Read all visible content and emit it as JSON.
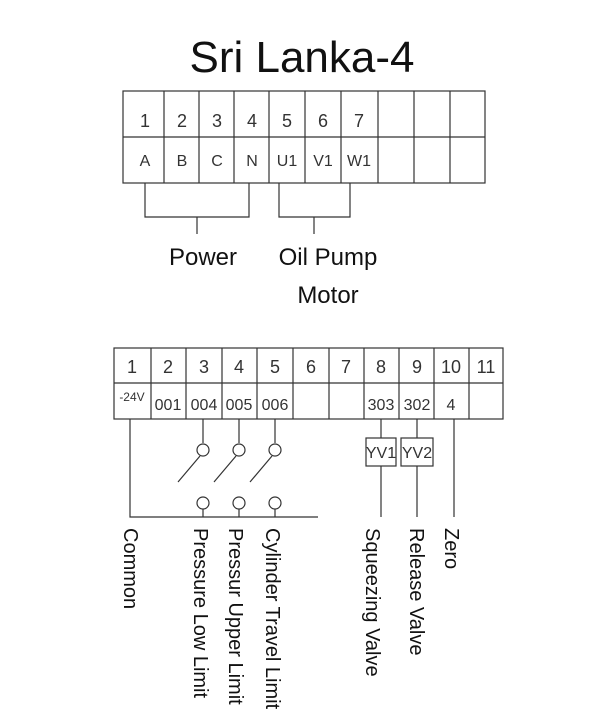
{
  "title": "Sri Lanka-4",
  "top_block": {
    "numbers": [
      "1",
      "2",
      "3",
      "4",
      "5",
      "6",
      "7",
      "",
      "",
      ""
    ],
    "labels": [
      "A",
      "B",
      "C",
      "N",
      "U1",
      "V1",
      "W1",
      "",
      "",
      ""
    ],
    "power_label": "Power",
    "pump_label_line1": "Oil Pump",
    "pump_label_line2": "Motor"
  },
  "bottom_block": {
    "numbers": [
      "1",
      "2",
      "3",
      "4",
      "5",
      "6",
      "7",
      "8",
      "9",
      "10",
      "11"
    ],
    "labels": [
      "-24V",
      "001",
      "004",
      "005",
      "006",
      "",
      "",
      "303",
      "302",
      "4",
      ""
    ],
    "valve1": "YV1",
    "valve2": "YV2"
  },
  "vertical_labels": {
    "common": "Common",
    "pressure_low": "Pressure Low Limit",
    "pressure_upper": "Pressur Upper Limit",
    "cylinder_travel": "Cylinder Travel Limit",
    "squeezing": "Squeezing Valve",
    "release": "Release Valve",
    "zero": "Zero"
  }
}
